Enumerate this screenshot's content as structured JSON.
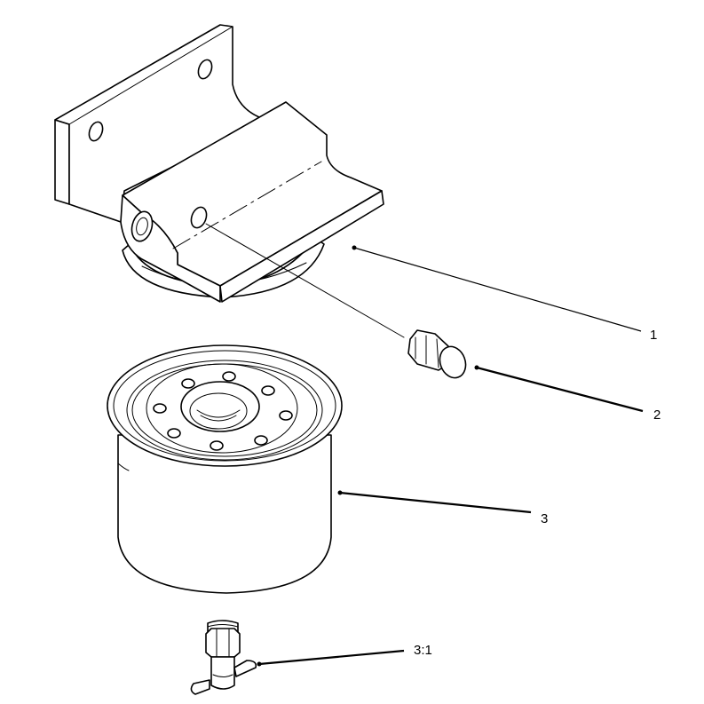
{
  "callouts": {
    "c1": "1",
    "c2": "2",
    "c3": "3",
    "c31": "3:1"
  }
}
